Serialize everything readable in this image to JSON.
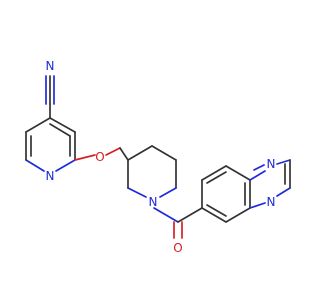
{
  "molecule": {
    "atoms": {
      "nitrile_N": "N",
      "pyridine_N": "N",
      "ether_O": "O",
      "piperidine_N": "N",
      "carbonyl_O": "O",
      "quinoxaline_N1": "N",
      "quinoxaline_N4": "N"
    },
    "colors": {
      "bond": "#333333",
      "nitrogen": "#1f2ad8",
      "oxygen": "#d62020"
    }
  }
}
